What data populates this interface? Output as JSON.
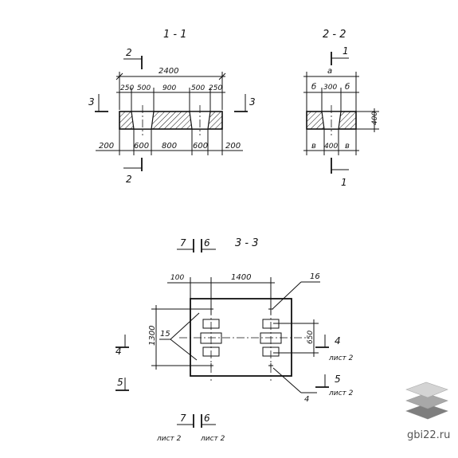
{
  "section_1_1": {
    "title": "1 - 1",
    "total_width": "2400",
    "top_dims": [
      "250",
      "500",
      "900",
      "500",
      "250"
    ],
    "bottom_dims": [
      "200",
      "600",
      "800",
      "600",
      "200"
    ],
    "cut_left_top": "2",
    "cut_left_bottom": "2",
    "cut_side_left": "3",
    "cut_side_right": "3"
  },
  "section_2_2": {
    "title": "2 - 2",
    "top_label": "a",
    "top_dims": [
      "б",
      "300",
      "б"
    ],
    "bottom_dims": [
      "в",
      "400",
      "в"
    ],
    "height": "400",
    "cut_top": "1",
    "cut_bottom": "1"
  },
  "section_3_3": {
    "title": "3 - 3",
    "cut_7_top": "7",
    "cut_6_top": "6",
    "dim_100": "100",
    "dim_1400": "1400",
    "dim_1300": "1300",
    "dim_650": "650",
    "callout_16": "16",
    "callout_15": "15",
    "callout_4": "4",
    "cut_4_left": "4",
    "cut_5_left": "5",
    "cut_4_right": "4",
    "cut_5_right": "5",
    "sheet_ref_4": "лист 2",
    "sheet_ref_5": "лист 2",
    "cut_7_bottom": "7",
    "cut_6_bottom": "6",
    "sheet_ref_7": "лист 2",
    "sheet_ref_6": "лист 2"
  },
  "watermark": {
    "text": "gbi22.ru",
    "logo_colors": [
      "#d4d4d4",
      "#a8a8a8",
      "#7e7e7e"
    ]
  }
}
